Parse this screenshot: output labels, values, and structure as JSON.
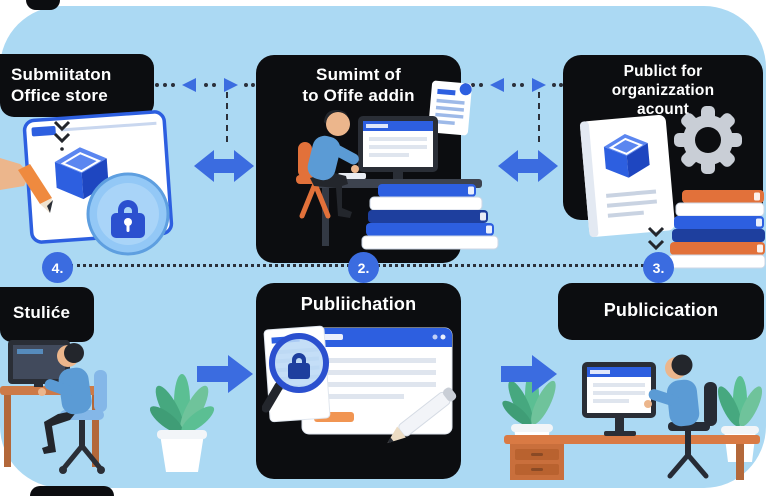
{
  "steps": [
    {
      "name": "submission-office-store",
      "lines": [
        "Submiitaton",
        "Office store"
      ]
    },
    {
      "name": "submit-to-office-addin",
      "lines": [
        "Sumimt of",
        "to Ofife addin"
      ]
    },
    {
      "name": "publish-for-organization-account",
      "lines": [
        "Publict for",
        "organizzation",
        "acount"
      ]
    },
    {
      "name": "status",
      "lines": [
        "Stuliće"
      ]
    },
    {
      "name": "publication-review",
      "lines": [
        "Publiichation"
      ]
    },
    {
      "name": "publication",
      "lines": [
        "Publicication"
      ]
    }
  ],
  "badges": [
    "4.",
    "2.",
    "3."
  ],
  "icons": [
    "tablet-icon",
    "addin-cube-icon",
    "lock-badge-icon",
    "hand-pencil-icon",
    "monitor-icon",
    "keyboard-icon",
    "office-chair-icon",
    "books-stack-icon",
    "document-icon",
    "guide-book-icon",
    "gear-icon",
    "plant-icon",
    "browser-window-icon",
    "magnifier-icon",
    "pencil-icon",
    "double-arrow-icon",
    "right-arrow-icon",
    "down-chevrons-icon"
  ],
  "colors": {
    "board": "#abd9f3",
    "panel": "#0c0d10",
    "accent": "#3b6ce0",
    "cube_blue": "#2d5fe0",
    "navy": "#1e3f9e",
    "orange": "#e2713a",
    "shirt_blue": "#5b9bd5",
    "plant_green": "#5bbf93",
    "text": "#ffffff"
  }
}
